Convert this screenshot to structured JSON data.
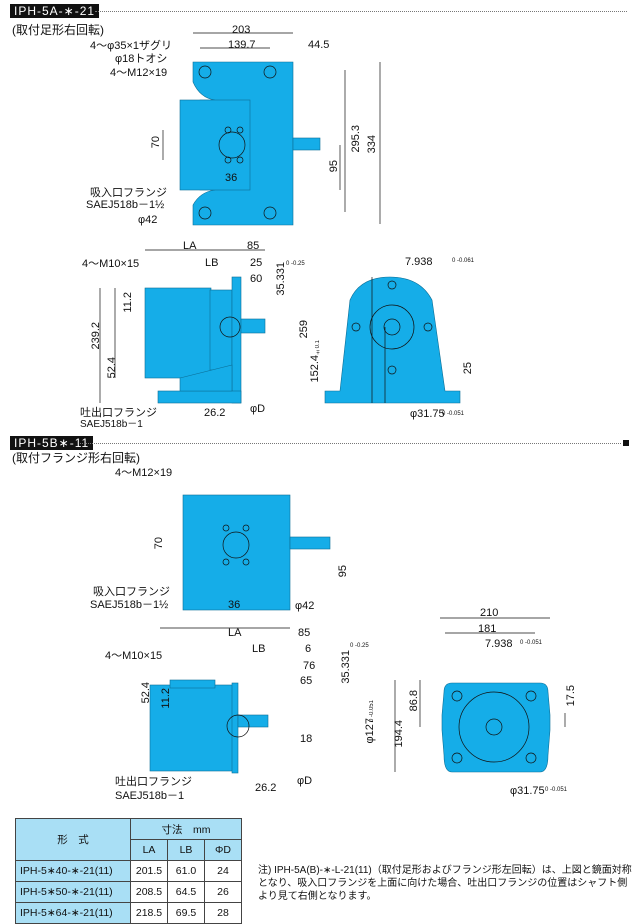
{
  "colors": {
    "body": "#15ade8",
    "line": "#111111"
  },
  "section1": {
    "title": "IPH-5A-∗-21",
    "subtitle": "(取付足形右回転)",
    "plan": {
      "d203": "203",
      "d139": "139.7",
      "d44": "44.5",
      "holes_a": "4～φ35×1ザグリ",
      "holes_b": "φ18トオシ",
      "tap": "4～M12×19",
      "d70": "70",
      "d95": "95",
      "d295": "295.3",
      "d334": "334",
      "d36": "36",
      "inlet_a": "吸入口フランジ",
      "inlet_b": "SAEJ518b－1½",
      "phi42": "φ42"
    },
    "side": {
      "la": "LA",
      "lb": "LB",
      "d85": "85",
      "d25": "25",
      "d60": "60",
      "d35": "35.331",
      "d35tol": "0 -0.25",
      "tap": "4～M10×15",
      "d11": "11.2",
      "d239": "239.2",
      "d52": "52.4",
      "outlet_a": "吐出口フランジ",
      "outlet_b": "SAEJ518b－1",
      "d26": "26.2",
      "phiD": "φD"
    },
    "end": {
      "key": "7.938",
      "keytol": "0 -0.061",
      "d259": "259",
      "d152": "152.4",
      "d152tol": "±0.1",
      "d25": "25",
      "shaft": "φ31.75",
      "shafttol": "0 -0.051"
    }
  },
  "section2": {
    "title": "IPH-5B∗-11",
    "subtitle": "(取付フランジ形右回転)",
    "plan": {
      "tap": "4～M12×19",
      "d70": "70",
      "d95": "95",
      "inlet_a": "吸入口フランジ",
      "inlet_b": "SAEJ518b－1½",
      "d36": "36",
      "phi42": "φ42"
    },
    "side": {
      "la": "LA",
      "lb": "LB",
      "d85": "85",
      "d6": "6",
      "d76": "76",
      "d65": "65",
      "d35": "35.331",
      "d35tol": "0 -0.25",
      "tap": "4～M10×15",
      "d52": "52.4",
      "d11": "11.2",
      "d18": "18",
      "d127": "φ127",
      "d127tol": "0 -0.051",
      "outlet_a": "吐出口フランジ",
      "outlet_b": "SAEJ518b－1",
      "d26": "26.2",
      "phiD": "φD"
    },
    "end": {
      "d210": "210",
      "d181": "181",
      "key": "7.938",
      "keytol": "0 -0.051",
      "d86": "86.8",
      "d194": "194.4",
      "d17": "17.5",
      "shaft": "φ31.75",
      "shafttol": "0 -0.051"
    }
  },
  "table": {
    "model_header": "形　式",
    "dim_header": "寸法　mm",
    "cols": [
      "LA",
      "LB",
      "ΦD"
    ],
    "rows": [
      {
        "model": "IPH-5∗40-∗-21(11)",
        "la": "201.5",
        "lb": "61.0",
        "d": "24"
      },
      {
        "model": "IPH-5∗50-∗-21(11)",
        "la": "208.5",
        "lb": "64.5",
        "d": "26"
      },
      {
        "model": "IPH-5∗64-∗-21(11)",
        "la": "218.5",
        "lb": "69.5",
        "d": "28"
      }
    ]
  },
  "note": "注) IPH-5A(B)-∗-L-21(11)（取付足形およびフランジ形左回転）は、上図と鏡面対称となり、吸入口フランジを上面に向けた場合、吐出口フランジの位置はシャフト側より見て右側となります。"
}
